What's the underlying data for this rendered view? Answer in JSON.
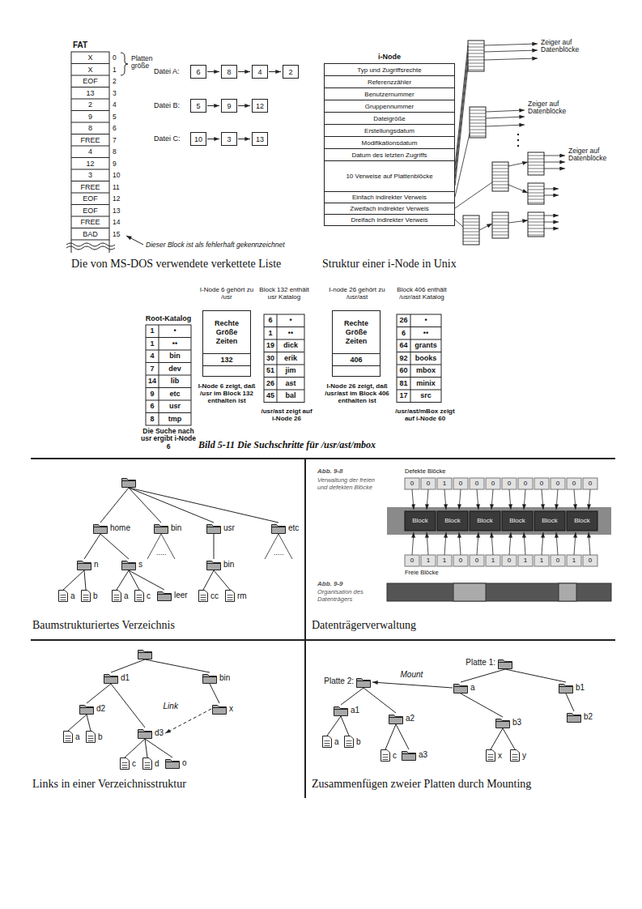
{
  "diagram": {
    "nodes": [
      {
        "text": [
          "6"
        ]
      },
      {
        "text": [
          "8"
        ]
      },
      {
        "text": [
          "4"
        ]
      },
      {
        "text": [
          "2"
        ]
      },
      {
        "text": [
          "5"
        ]
      },
      {
        "text": [
          "9"
        ]
      },
      {
        "text": [
          "12"
        ]
      },
      {
        "text": [
          "10"
        ]
      },
      {
        "text": [
          "3"
        ]
      },
      {
        "text": [
          "13"
        ]
      },
      {
        "text": [
          "i-Node"
        ]
      },
      {
        "text": [
          "Typ und Zugriffsrechte"
        ],
        "in": 10
      },
      {
        "text": [
          "Referenzzähler"
        ],
        "in": 10
      },
      {
        "text": [
          "Benutzernummer"
        ],
        "in": 10
      },
      {
        "text": [
          "Gruppennummer"
        ],
        "in": 10
      },
      {
        "text": [
          "Dateigröße"
        ],
        "in": 10
      },
      {
        "text": [
          "Erstellungsdatum"
        ],
        "in": 10
      },
      {
        "text": [
          "Modifikationsdatum"
        ],
        "in": 10
      },
      {
        "text": [
          "Datum des letzten Zugriffs"
        ],
        "in": 10
      },
      {
        "text": [
          "10 Verweise auf Plattenblöcke"
        ],
        "in": 10
      },
      {
        "text": [
          "Einfach indirekter Verweis"
        ],
        "in": 10
      },
      {
        "text": [
          "Zweifach indirekter Verweis"
        ],
        "in": 10
      },
      {
        "text": [
          "Dreifach indirekter Verweis"
        ],
        "in": 10
      },
      {
        "text": [
          "Rechte Größe Zeiten",
          "132"
        ]
      },
      {
        "text": [
          "Rechte Größe Zeiten",
          "406"
        ]
      },
      {
        "text": [
          "home"
        ]
      },
      {
        "text": [
          "bin"
        ]
      },
      {
        "text": [
          "usr"
        ]
      },
      {
        "text": [
          "etc"
        ]
      },
      {
        "text": [
          "n"
        ]
      },
      {
        "text": [
          "s"
        ]
      },
      {
        "text": [
          "bin"
        ]
      },
      {
        "text": [
          "a"
        ]
      },
      {
        "text": [
          "b"
        ]
      },
      {
        "text": [
          "a"
        ]
      },
      {
        "text": [
          "c"
        ]
      },
      {
        "text": [
          "leer"
        ]
      },
      {
        "text": [
          "cc"
        ]
      },
      {
        "text": [
          "rm"
        ]
      },
      {
        "text": [
          "d1"
        ]
      },
      {
        "text": [
          "bin"
        ]
      },
      {
        "text": [
          "d2"
        ]
      },
      {
        "text": [
          "x"
        ]
      },
      {
        "text": [
          "d3"
        ]
      },
      {
        "text": [
          "a"
        ]
      },
      {
        "text": [
          "b"
        ]
      },
      {
        "text": [
          "c"
        ]
      },
      {
        "text": [
          "d"
        ]
      },
      {
        "text": [
          "o"
        ]
      },
      {
        "text": [
          "Platte 2:"
        ]
      },
      {
        "text": [
          "Platte 1:"
        ]
      },
      {
        "text": [
          "a"
        ]
      },
      {
        "text": [
          "b1"
        ]
      },
      {
        "text": [
          "a1"
        ]
      },
      {
        "text": [
          "a2"
        ]
      },
      {
        "text": [
          "b3"
        ]
      },
      {
        "text": [
          "b2"
        ]
      },
      {
        "text": [
          "a"
        ]
      },
      {
        "text": [
          "b"
        ]
      },
      {
        "text": [
          "c"
        ]
      },
      {
        "text": [
          "a3"
        ]
      },
      {
        "text": [
          "x"
        ]
      },
      {
        "text": [
          "y"
        ]
      }
    ],
    "edges": [
      {
        "from": 0,
        "to": 1,
        "arrow": "to"
      },
      {
        "from": 1,
        "to": 2,
        "arrow": "to"
      },
      {
        "from": 2,
        "to": 3,
        "arrow": "to"
      },
      {
        "from": 4,
        "to": 5,
        "arrow": "to"
      },
      {
        "from": 5,
        "to": 6,
        "arrow": "to"
      },
      {
        "from": 7,
        "to": 8,
        "arrow": "to"
      },
      {
        "from": 8,
        "to": 9,
        "arrow": "to"
      },
      {
        "from": 25,
        "to": 29,
        "arrow": "none"
      },
      {
        "from": 25,
        "to": 30,
        "arrow": "none"
      },
      {
        "from": 27,
        "to": 31,
        "arrow": "none"
      },
      {
        "from": 29,
        "to": 32,
        "arrow": "none"
      },
      {
        "from": 29,
        "to": 33,
        "arrow": "none"
      },
      {
        "from": 30,
        "to": 34,
        "arrow": "none"
      },
      {
        "from": 30,
        "to": 35,
        "arrow": "none"
      },
      {
        "from": 30,
        "to": 36,
        "arrow": "none"
      },
      {
        "from": 31,
        "to": 37,
        "arrow": "none"
      },
      {
        "from": 31,
        "to": 38,
        "arrow": "none"
      },
      {
        "from": 39,
        "to": 41,
        "arrow": "none"
      },
      {
        "from": 39,
        "to": 43,
        "arrow": "none"
      },
      {
        "from": 40,
        "to": 42,
        "arrow": "none"
      },
      {
        "from": 41,
        "to": 44,
        "arrow": "none"
      },
      {
        "from": 41,
        "to": 45,
        "arrow": "none"
      },
      {
        "from": 43,
        "to": 46,
        "arrow": "none"
      },
      {
        "from": 43,
        "to": 47,
        "arrow": "none"
      },
      {
        "from": 43,
        "to": 48,
        "arrow": "none"
      },
      {
        "from": 42,
        "to": 43,
        "arrow": "to",
        "label": "Link"
      },
      {
        "from": 50,
        "to": 51,
        "arrow": "none"
      },
      {
        "from": 50,
        "to": 52,
        "arrow": "none"
      },
      {
        "from": 52,
        "to": 56,
        "arrow": "none"
      },
      {
        "from": 51,
        "to": 55,
        "arrow": "none"
      },
      {
        "from": 55,
        "to": 61,
        "arrow": "none"
      },
      {
        "from": 55,
        "to": 62,
        "arrow": "none"
      },
      {
        "from": 49,
        "to": 53,
        "arrow": "none"
      },
      {
        "from": 49,
        "to": 54,
        "arrow": "none"
      },
      {
        "from": 53,
        "to": 57,
        "arrow": "none"
      },
      {
        "from": 53,
        "to": 58,
        "arrow": "none"
      },
      {
        "from": 54,
        "to": 59,
        "arrow": "none"
      },
      {
        "from": 54,
        "to": 60,
        "arrow": "none"
      },
      {
        "from": 51,
        "to": 49,
        "arrow": "to",
        "label": "Mount"
      }
    ],
    "labels": [
      "FAT",
      "X",
      "0",
      "X",
      "1",
      "EOF",
      "2",
      "13",
      "3",
      "2",
      "4",
      "9",
      "5",
      "8",
      "6",
      "FREE",
      "7",
      "4",
      "8",
      "12",
      "9",
      "3",
      "10",
      "FREE",
      "11",
      "EOF",
      "12",
      "EOF",
      "13",
      "FREE",
      "14",
      "BAD",
      "15",
      "Platten größe",
      "Datei A:",
      "Datei B:",
      "Datei C:",
      "Dieser Block ist als fehlerhaft gekennzeichnet",
      "Die von MS-DOS verwendete verkettete Liste",
      "Zeiger auf Datenblöcke",
      "Zeiger auf Datenblöcke",
      "Zeiger auf Datenblöcke",
      "Struktur einer i-Node in Unix",
      "Root-Katalog",
      "1",
      "•",
      "1",
      "••",
      "4",
      "bin",
      "7",
      "dev",
      "14",
      "lib",
      "9",
      "etc",
      "6",
      "usr",
      "8",
      "tmp",
      "Die Suche nach usr ergibt i-Node 6",
      "I-Node 6 gehört zu /usr",
      "I-Node 6 zeigt, daß /usr im Block 132 enthalten ist",
      "Block 132 enthält usr Katalog",
      "6",
      "•",
      "1",
      "••",
      "19",
      "dick",
      "30",
      "erik",
      "51",
      "jim",
      "26",
      "ast",
      "45",
      "bal",
      "/usr/ast zeigt auf i-Node 26",
      "I-node 26 gehört zu /usr/ast",
      "I-Node 26 zeigt, daß /usr/ast im Block 406 enthalten ist",
      "Block 406 enthält /usr/ast Katalog",
      "26",
      "•",
      "6",
      "••",
      "64",
      "grants",
      "92",
      "books",
      "60",
      "mbox",
      "81",
      "minix",
      "17",
      "src",
      "/usr/ast/mBox zeigt auf i-Node 60",
      "Bild 5-11 Die Suchschritte für /usr/ast/mbox",
      ".....",
      ".....",
      "Baumstrukturiertes Verzeichnis",
      "Abb. 9-8",
      "Verwaltung der freien und defekten Blöcke",
      "Defekte Blöcke",
      "0",
      "0",
      "1",
      "0",
      "0",
      "0",
      "0",
      "0",
      "0",
      "0",
      "0",
      "0",
      "Block",
      "Block",
      "Block",
      "Block",
      "Block",
      "Block",
      "Freie Blöcke",
      "0",
      "1",
      "1",
      "0",
      "0",
      "1",
      "0",
      "1",
      "1",
      "0",
      "1",
      "0",
      "Abb. 9-9",
      "Organisation des Datenträgers",
      "Datenträgerverwaltung",
      "Links in einer Verzeichnisstruktur",
      "Zusammenfügen zweier Platten durch Mounting"
    ]
  }
}
